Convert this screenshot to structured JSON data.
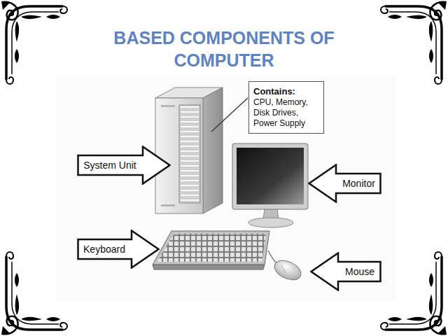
{
  "diagram": {
    "title": "BASED COMPONENTS OF COMPUTER",
    "nodes": [
      {
        "text": [
          "Contains:",
          "CPU, Memory, Disk Drives, Power Supply"
        ]
      },
      {
        "text": [
          "System Unit"
        ]
      },
      {
        "text": [
          "Monitor"
        ]
      },
      {
        "text": [
          "Keyboard"
        ]
      },
      {
        "text": [
          "Mouse"
        ]
      }
    ]
  }
}
